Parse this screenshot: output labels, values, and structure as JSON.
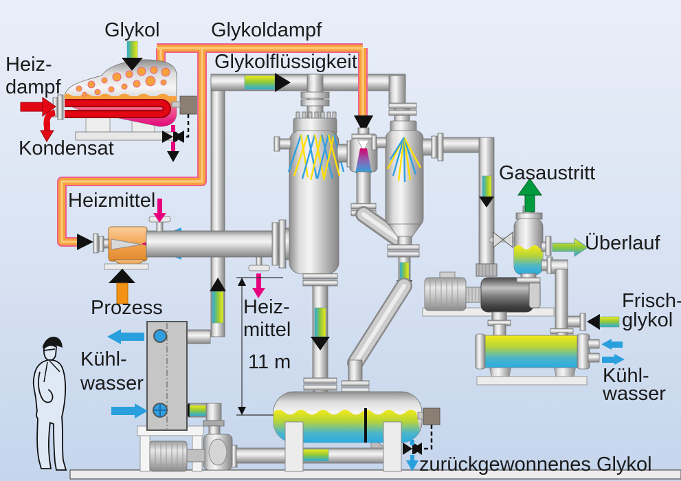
{
  "diagram": {
    "labels": {
      "glykol": "Glykol",
      "glykoldampf": "Glykoldampf",
      "glykolfluessigkeit": "Glykolflüssigkeit",
      "heizdampf": {
        "line1": "Heiz-",
        "line2": "dampf"
      },
      "kondensat": "Kondensat",
      "heizmittel_ejector": "Heizmittel",
      "prozess": "Prozess",
      "kuehlwasser_left": {
        "line1": "Kühl-",
        "line2": "wasser"
      },
      "heizmittel_column": {
        "line1": "Heiz-",
        "line2": "mittel"
      },
      "column_height": "11 m",
      "gasaustritt": "Gasaustritt",
      "ueberlauf": "Überlauf",
      "frischglykol": {
        "line1": "Frisch-",
        "line2": "glykol"
      },
      "kuehlwasser_right": {
        "line1": "Kühl-",
        "line2": "wasser"
      },
      "rueckgewonnen": "zurückgewonnenes Glykol"
    },
    "colors": {
      "background_top": "#e9eef9",
      "background_bottom": "#c5d5ec",
      "pipe_orange": "#f7a13c",
      "pipe_orange_edge": "#ee5f8e",
      "steam_red": "#e30613",
      "heating_pink": "#e6007e",
      "water_blue": "#29a0dd",
      "gas_green": "#009a3e",
      "process_orange": "#f39214",
      "glycol_yellow": "#f2ea1a",
      "glycol_cyan": "#29abe2",
      "spray_blue": "#2f9fe0",
      "spray_yellow": "#ffe000"
    }
  }
}
